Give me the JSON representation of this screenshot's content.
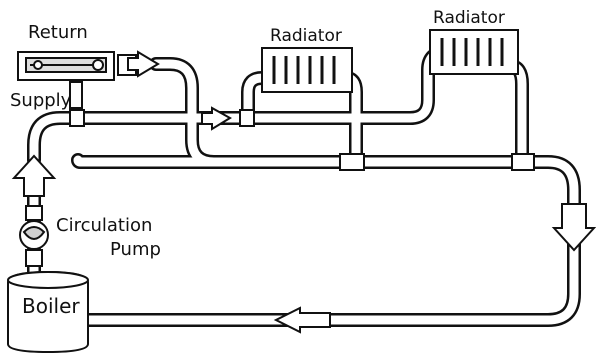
{
  "labels": {
    "return": "Return",
    "supply": "Supply",
    "radiator_left": "Radiator",
    "radiator_right": "Radiator",
    "pump_line1": "Circulation",
    "pump_line2": "Pump",
    "boiler": "Boiler"
  },
  "colors": {
    "stroke": "#111111",
    "fill": "#ffffff"
  }
}
